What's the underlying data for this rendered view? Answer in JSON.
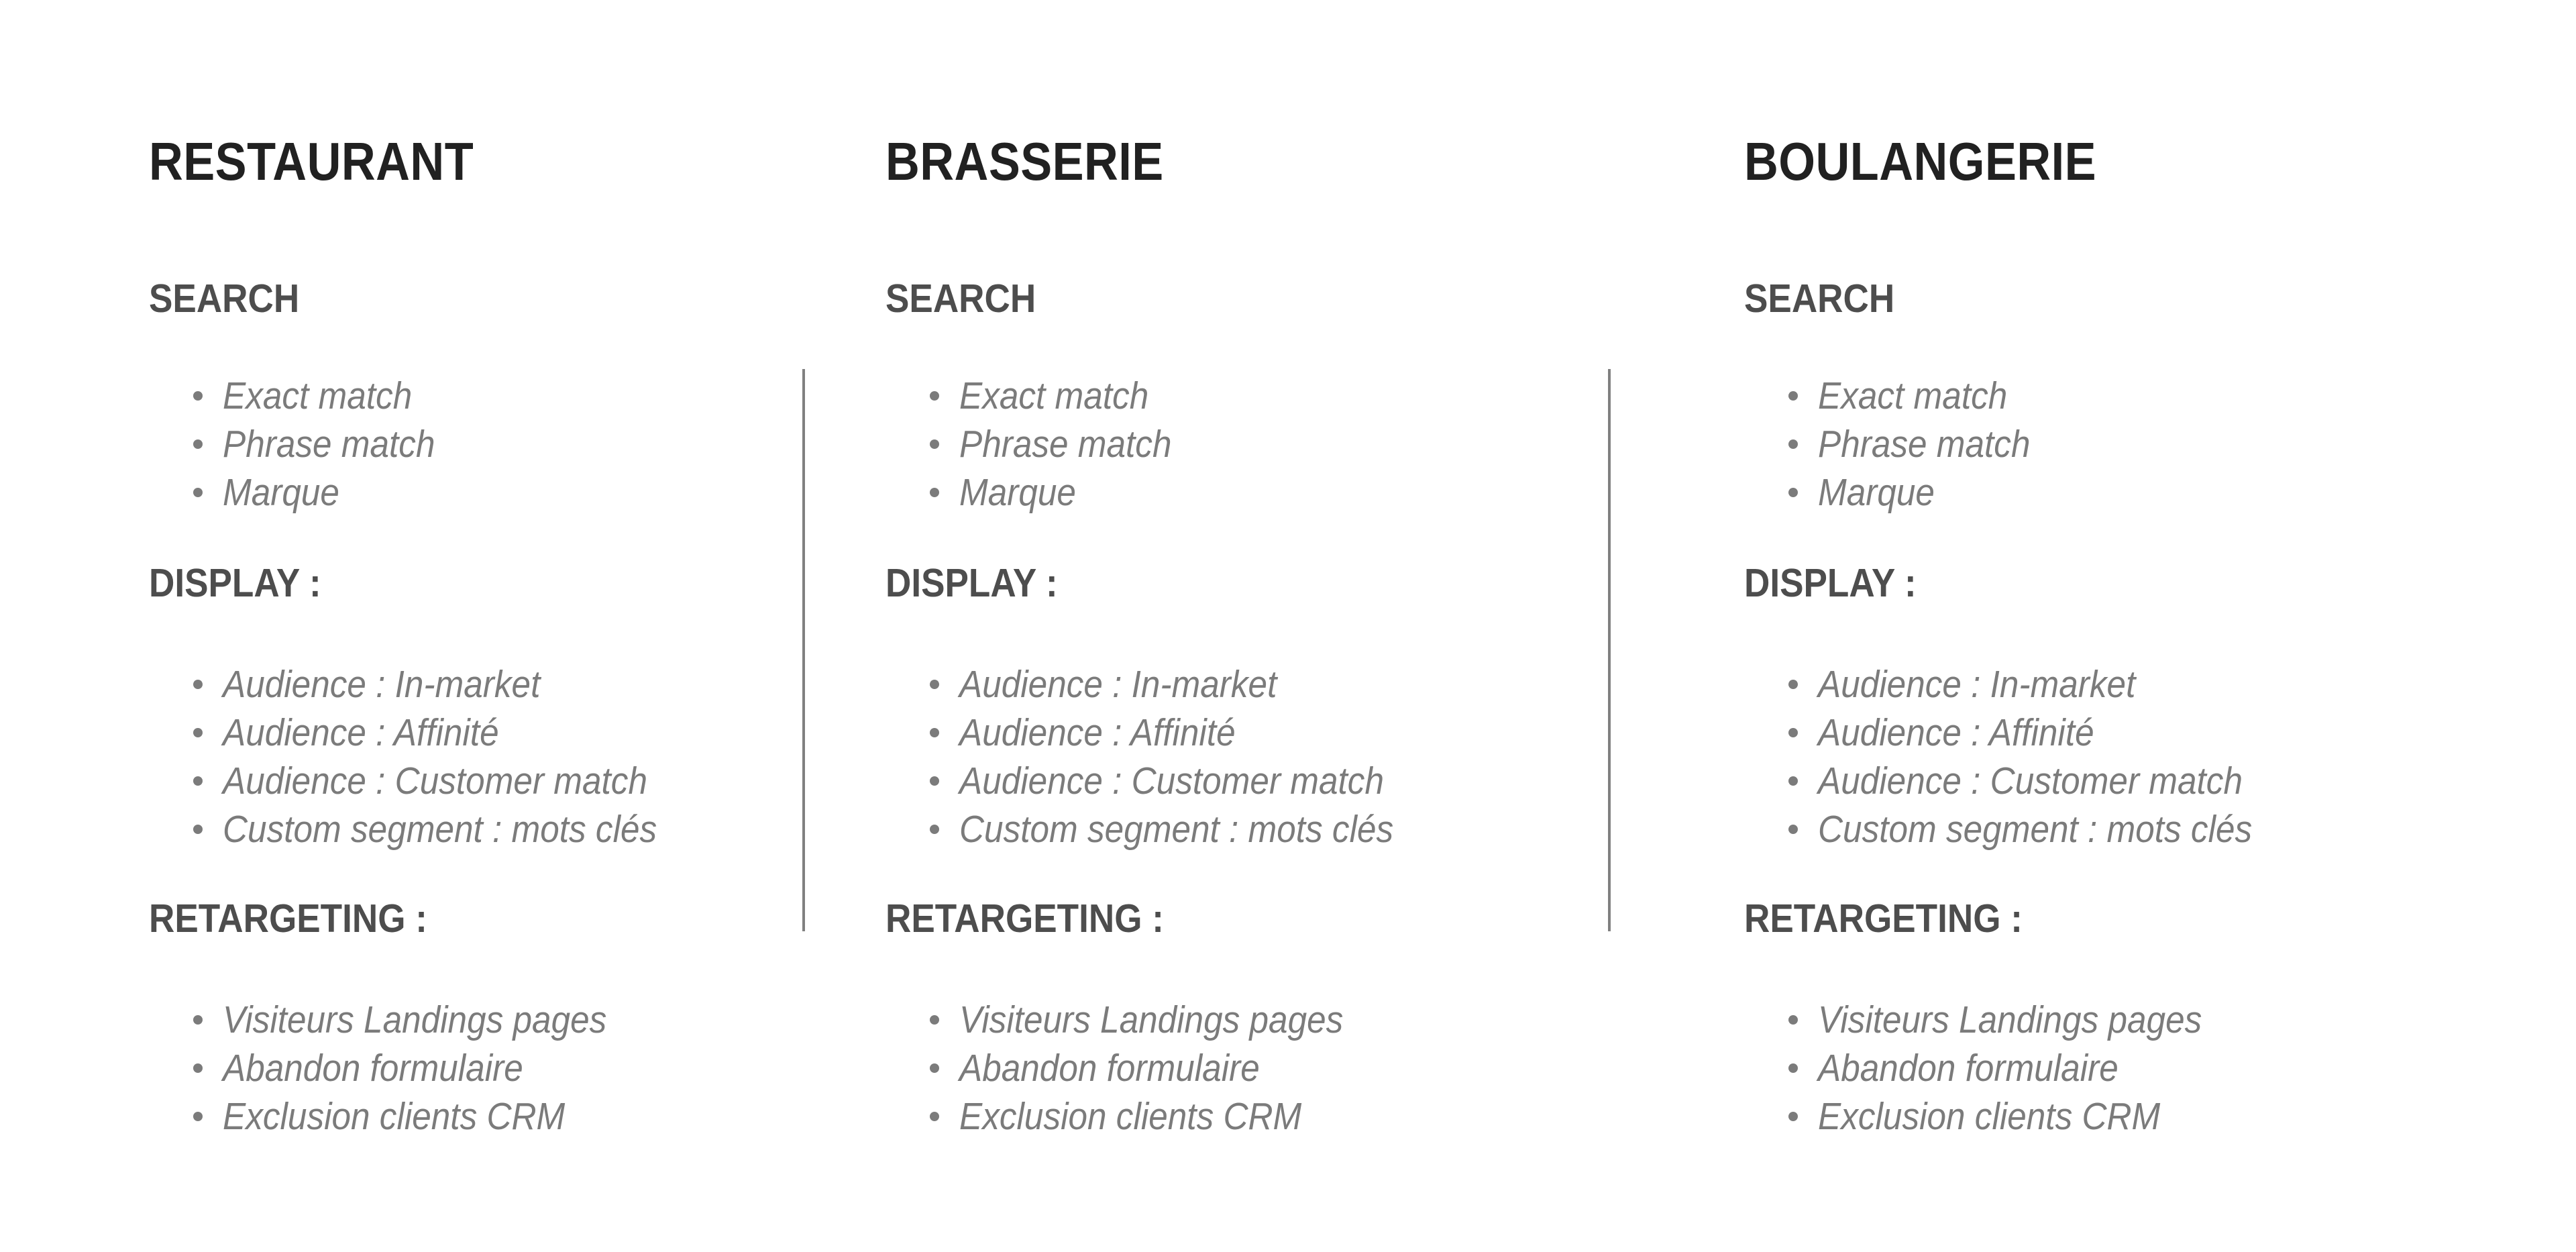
{
  "page": {
    "background_color": "#ffffff",
    "title_color": "#212121",
    "heading_color": "#4d4d4d",
    "body_color": "#7b7b7b",
    "divider_color": "#808080"
  },
  "columns": [
    {
      "title": "RESTAURANT",
      "sections": [
        {
          "heading": "SEARCH",
          "items": [
            "Exact match",
            "Phrase match",
            "Marque"
          ]
        },
        {
          "heading": "DISPLAY :",
          "items": [
            "Audience : In-market",
            "Audience : Affinité",
            "Audience : Customer match",
            "Custom segment : mots clés"
          ]
        },
        {
          "heading": "RETARGETING :",
          "items": [
            "Visiteurs Landings pages",
            "Abandon formulaire",
            "Exclusion clients CRM"
          ]
        }
      ]
    },
    {
      "title": "BRASSERIE",
      "sections": [
        {
          "heading": "SEARCH",
          "items": [
            "Exact match",
            "Phrase match",
            "Marque"
          ]
        },
        {
          "heading": "DISPLAY :",
          "items": [
            "Audience : In-market",
            "Audience : Affinité",
            "Audience : Customer match",
            "Custom segment : mots clés"
          ]
        },
        {
          "heading": "RETARGETING :",
          "items": [
            "Visiteurs Landings pages",
            "Abandon formulaire",
            "Exclusion clients CRM"
          ]
        }
      ]
    },
    {
      "title": "BOULANGERIE",
      "sections": [
        {
          "heading": "SEARCH",
          "items": [
            "Exact match",
            "Phrase match",
            "Marque"
          ]
        },
        {
          "heading": "DISPLAY :",
          "items": [
            "Audience : In-market",
            "Audience : Affinité",
            "Audience : Customer match",
            "Custom segment : mots clés"
          ]
        },
        {
          "heading": "RETARGETING :",
          "items": [
            "Visiteurs Landings pages",
            "Abandon formulaire",
            "Exclusion clients CRM"
          ]
        }
      ]
    }
  ]
}
